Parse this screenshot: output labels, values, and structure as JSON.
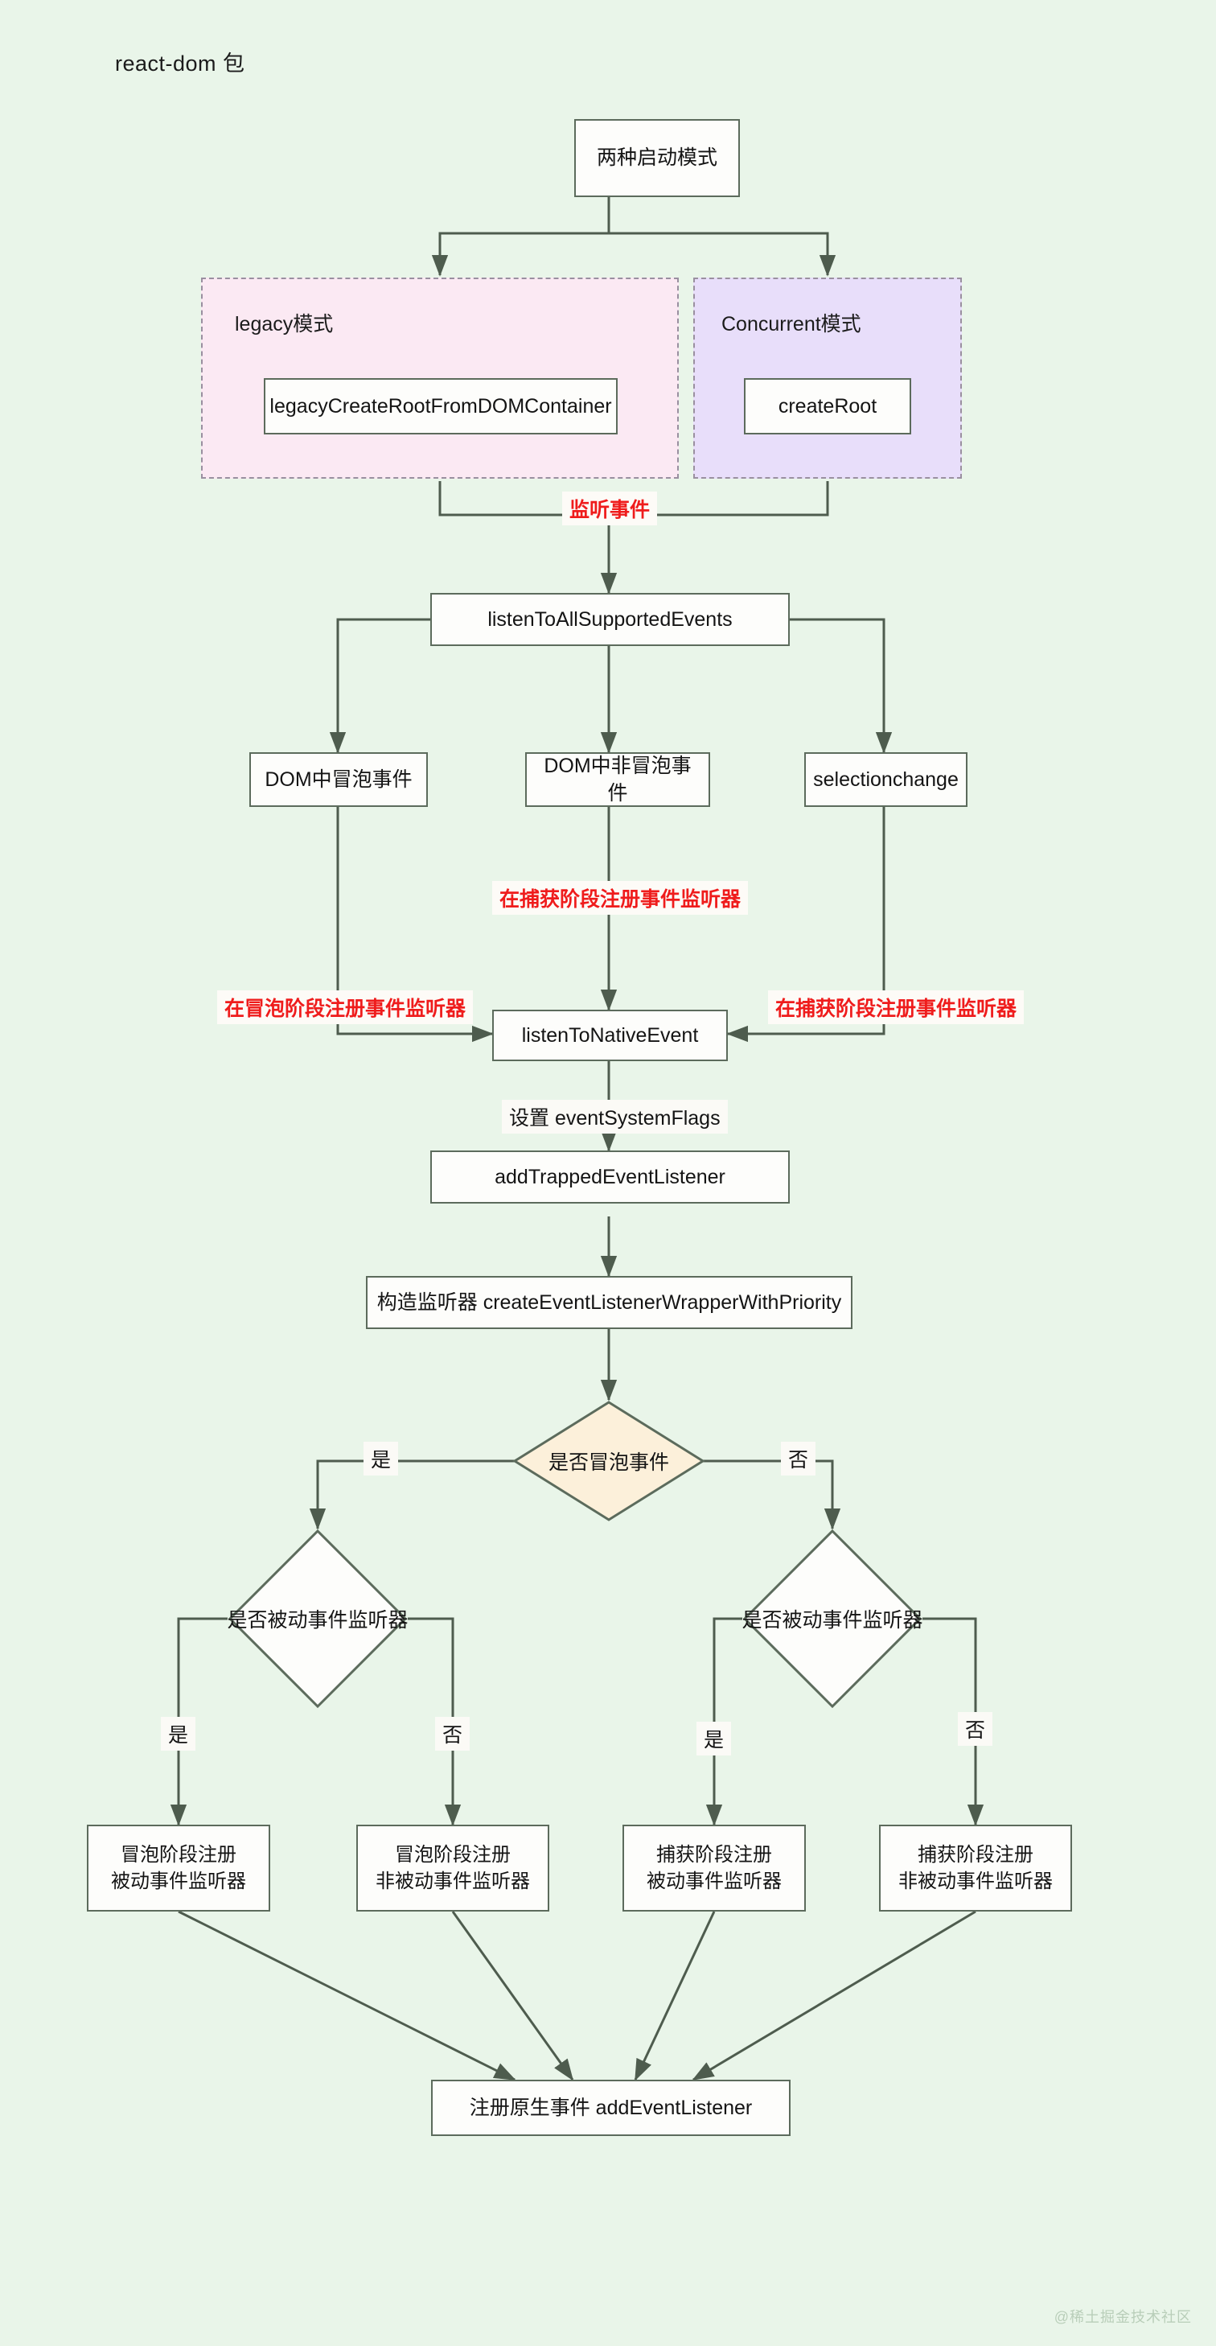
{
  "diagram": {
    "title": "react-dom 包",
    "watermark": "@稀土掘金技术社区",
    "background_color": "#e9f5e9",
    "node_border_color": "#5c6b5c",
    "accent_red": "#ef1c1c"
  },
  "subgraphs": [
    {
      "id": "legacy",
      "label": "legacy模式",
      "fill": "#fbe9f3",
      "border": "#9a8fa0"
    },
    {
      "id": "concurrent",
      "label": "Concurrent模式",
      "fill": "#e8defa",
      "border": "#9a8fa0"
    }
  ],
  "nodes": {
    "start": "两种启动模式",
    "legacy_fn": "legacyCreateRootFromDOMContainer",
    "concurrent_fn": "createRoot",
    "listen_all": "listenToAllSupportedEvents",
    "dom_bubble": "DOM中冒泡事件",
    "dom_nonbubble": "DOM中非冒泡事件",
    "selectionchange": "selectionchange",
    "listen_native": "listenToNativeEvent",
    "add_trapped": "addTrappedEventListener",
    "create_wrapper": "构造监听器  createEventListenerWrapperWithPriority",
    "decision_bubble": "是否冒泡事件",
    "decision_passive_left": "是否被动事件监听器",
    "decision_passive_right": "是否被动事件监听器",
    "leaf_bubble_passive": [
      "冒泡阶段注册",
      "被动事件监听器"
    ],
    "leaf_bubble_nonpassive": [
      "冒泡阶段注册",
      "非被动事件监听器"
    ],
    "leaf_capture_passive": [
      "捕获阶段注册",
      "被动事件监听器"
    ],
    "leaf_capture_nonpassive": [
      "捕获阶段注册",
      "非被动事件监听器"
    ],
    "final": "注册原生事件  addEventListener"
  },
  "edge_labels": {
    "listen_event": "监听事件",
    "register_capture_mid": "在捕获阶段注册事件监听器",
    "register_bubble_left": "在冒泡阶段注册事件监听器",
    "register_capture_right": "在捕获阶段注册事件监听器",
    "set_flags": "设置 eventSystemFlags",
    "yes": "是",
    "no": "否",
    "yes_left": "是",
    "no_left": "否",
    "yes_right": "是",
    "no_right": "否"
  }
}
